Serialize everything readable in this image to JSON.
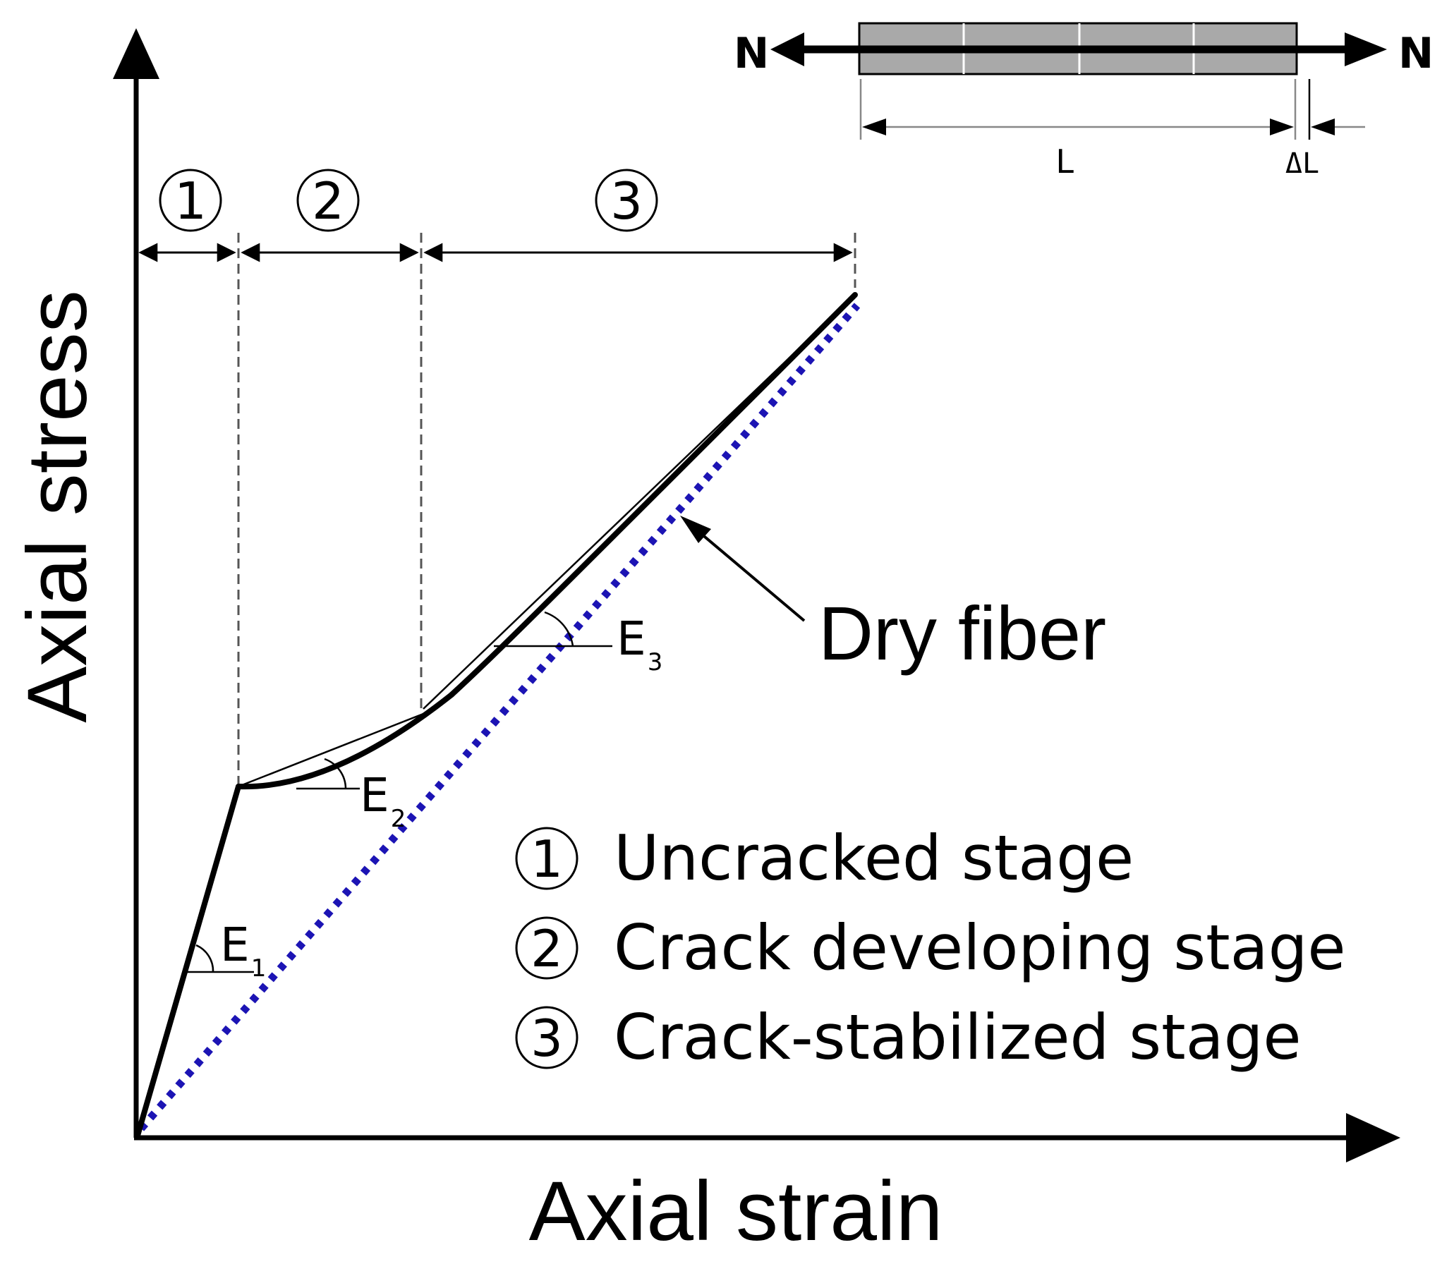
{
  "axes": {
    "x_label": "Axial strain",
    "y_label": "Axial stress"
  },
  "stages": {
    "markers": [
      "①",
      "②",
      "③"
    ],
    "legend": [
      {
        "marker": "①",
        "text": "Uncracked stage"
      },
      {
        "marker": "②",
        "text": "Crack developing stage"
      },
      {
        "marker": "③",
        "text": "Crack-stabilized stage"
      }
    ]
  },
  "moduli": [
    {
      "letter": "E",
      "sub": "1"
    },
    {
      "letter": "E",
      "sub": "2"
    },
    {
      "letter": "E",
      "sub": "3"
    }
  ],
  "dry_fiber_label": "Dry fiber",
  "specimen": {
    "force_left": "N",
    "force_right": "N",
    "length_label": "L",
    "elongation_label": "ΔL"
  },
  "colors": {
    "curve": "#000000",
    "dry_fiber": "#1c14b4",
    "specimen_fill": "#a9a9a9"
  }
}
